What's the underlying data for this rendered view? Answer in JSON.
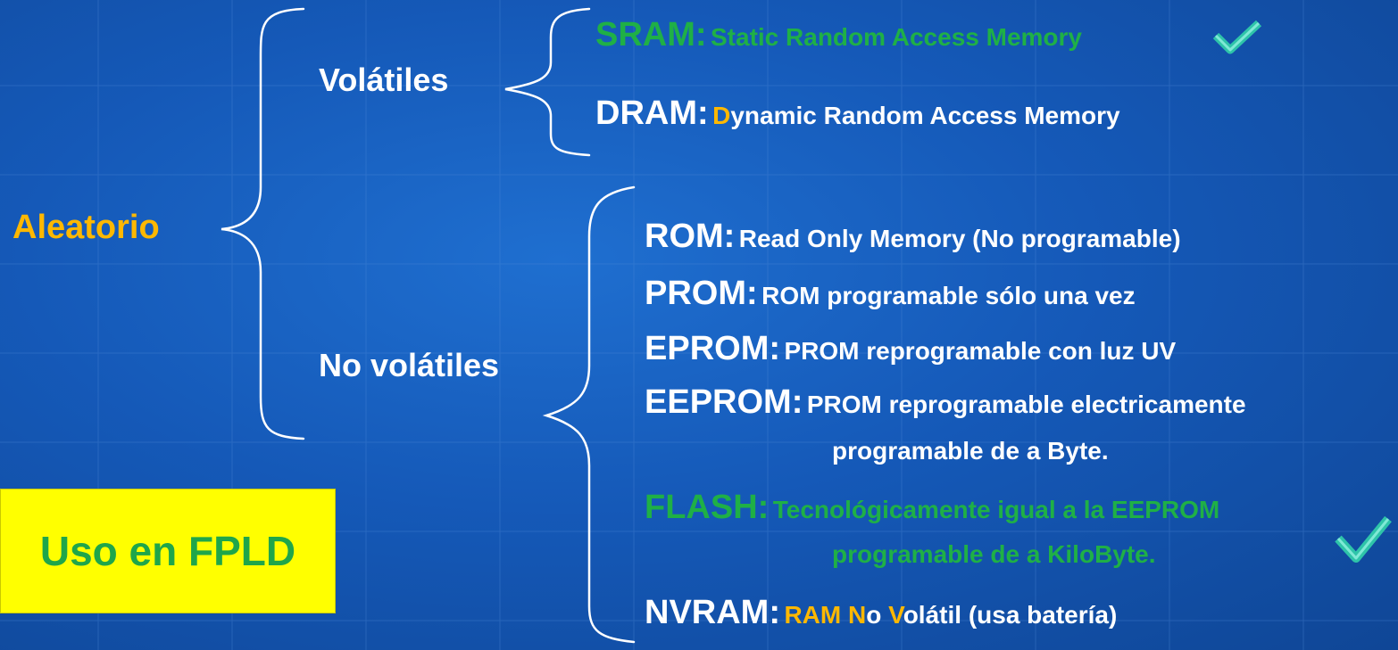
{
  "root": {
    "label": "Aleatorio"
  },
  "volatile": {
    "label": "Volátiles",
    "items": [
      {
        "key": "SRAM:",
        "desc": "Static Random Access Memory",
        "highlight": true
      },
      {
        "key": "DRAM:",
        "desc_first": "D",
        "desc_rest": "ynamic Random Access Memory",
        "highlight": false
      }
    ]
  },
  "nonvolatile": {
    "label": "No volátiles",
    "items": [
      {
        "key": "ROM:",
        "desc": "Read Only Memory (No programable)"
      },
      {
        "key": "PROM:",
        "desc": "ROM programable sólo una vez"
      },
      {
        "key": "EPROM:",
        "desc": "PROM reprogramable con luz UV"
      },
      {
        "key": "EEPROM:",
        "desc": "PROM reprogramable electricamente",
        "desc2": "programable  de a Byte."
      },
      {
        "key": "FLASH:",
        "desc": "Tecnológicamente igual a la EEPROM",
        "desc2": "programable de a KiloByte.",
        "highlight": true
      },
      {
        "key": "NVRAM:",
        "desc_parts": [
          "RAM N",
          "o ",
          "V",
          "olátil (usa batería)"
        ]
      }
    ]
  },
  "usage_box": {
    "label": "Uso en FPLD"
  },
  "icons": {
    "check": "checkmark-icon"
  },
  "colors": {
    "highlight_green": "#1fb046",
    "orange": "#ffb800",
    "box_yellow": "#ffff00",
    "background": "#1559b8"
  }
}
